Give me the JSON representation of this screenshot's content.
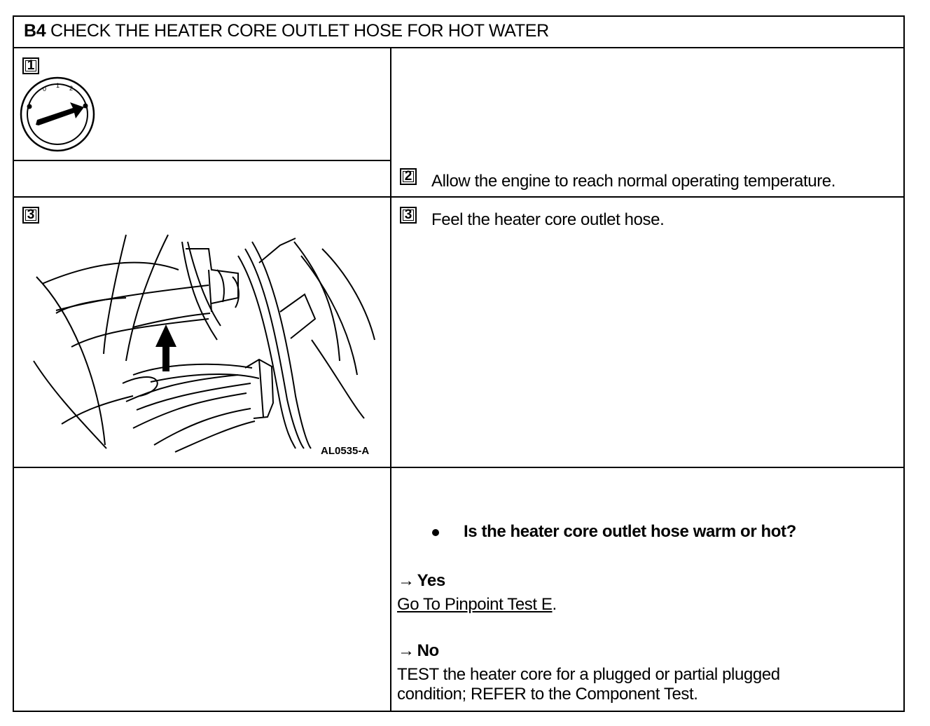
{
  "heading": {
    "code": "B4",
    "text": "CHECK THE HEATER CORE OUTLET HOSE FOR HOT WATER"
  },
  "step1": {
    "number": "1"
  },
  "step2": {
    "number": "2",
    "text": "Allow the engine to reach normal operating temperature."
  },
  "step3": {
    "number": "3",
    "text": "Feel the heater core outlet hose.",
    "figure_label": "AL0535-A"
  },
  "question": {
    "text": "Is the heater core outlet hose warm or hot?"
  },
  "yes": {
    "arrow": "→",
    "label": "Yes",
    "link_text": "Go To Pinpoint Test E",
    "suffix": "."
  },
  "no": {
    "arrow": "→",
    "label": "No",
    "line1": "TEST the heater core for a plugged or partial plugged",
    "line2": "condition; REFER to the Component Test."
  }
}
